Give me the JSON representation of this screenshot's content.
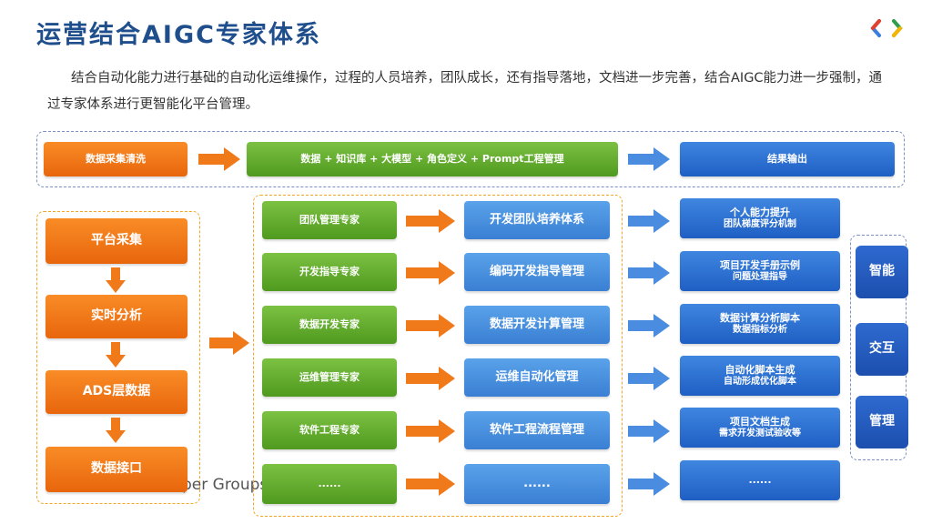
{
  "title": "运营结合AIGC专家体系",
  "intro": "结合自动化能力进行基础的自动化运维操作，过程的人员培养，团队成长，还有指导落地，文档进一步完善，结合AIGC能力进一步强制，通过专家体系进行更智能化平台管理。",
  "top_row": {
    "step1": "数据采集清洗",
    "step2": "数据 + 知识库 + 大模型 + 角色定义 + Prompt工程管理",
    "step3": "结果输出"
  },
  "left_pipeline": [
    "平台采集",
    "实时分析",
    "ADS层数据",
    "数据接口"
  ],
  "experts": [
    {
      "expert": "团队管理专家",
      "system": "开发团队培养体系",
      "output_line1": "个人能力提升",
      "output_line2": "团队梯度评分机制"
    },
    {
      "expert": "开发指导专家",
      "system": "编码开发指导管理",
      "output_line1": "项目开发手册示例",
      "output_line2": "问题处理指导"
    },
    {
      "expert": "数据开发专家",
      "system": "数据开发计算管理",
      "output_line1": "数据计算分析脚本",
      "output_line2": "数据指标分析"
    },
    {
      "expert": "运维管理专家",
      "system": "运维自动化管理",
      "output_line1": "自动化脚本生成",
      "output_line2": "自动形成优化脚本"
    },
    {
      "expert": "软件工程专家",
      "system": "软件工程流程管理",
      "output_line1": "项目文档生成",
      "output_line2": "需求开发测试验收等"
    },
    {
      "expert": "......",
      "system": "......",
      "output_line1": "......",
      "output_line2": ""
    }
  ],
  "side_labels": [
    "智能",
    "交互",
    "管理"
  ],
  "watermark": "per Groups",
  "colors": {
    "orange": "#f07a1a",
    "green": "#62ac2c",
    "blue": "#2560c8",
    "title": "#1f4e8c"
  }
}
